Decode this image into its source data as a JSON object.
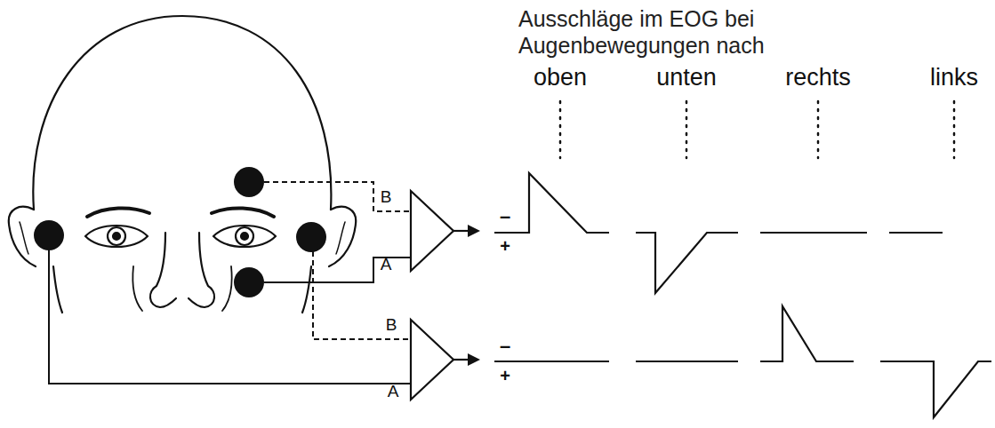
{
  "diagram": {
    "title": "Ausschläge im EOG bei Augenbewegungen nach",
    "labels": [
      "oben",
      "unten",
      "rechts",
      "links",
      "B",
      "A",
      "B",
      "A",
      "–",
      "+",
      "–",
      "+"
    ]
  }
}
